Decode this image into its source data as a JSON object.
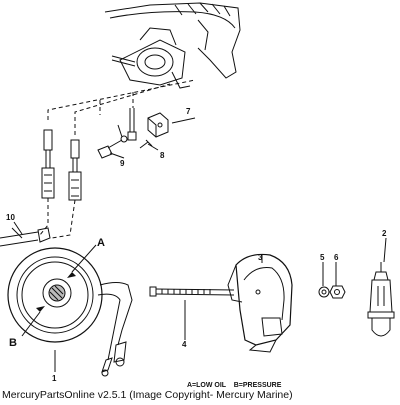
{
  "callouts": {
    "c1": "1",
    "c2": "2",
    "c3": "3",
    "c4": "4",
    "c5": "5",
    "c6": "6",
    "c7": "7",
    "c8": "8",
    "c9": "9",
    "c10": "10",
    "A": "A",
    "B": "B"
  },
  "legend": "A=LOW OIL    B=PRESSURE",
  "footer": "MercuryPartsOnline v2.5.1 (Image Copyright- Mercury Marine)"
}
